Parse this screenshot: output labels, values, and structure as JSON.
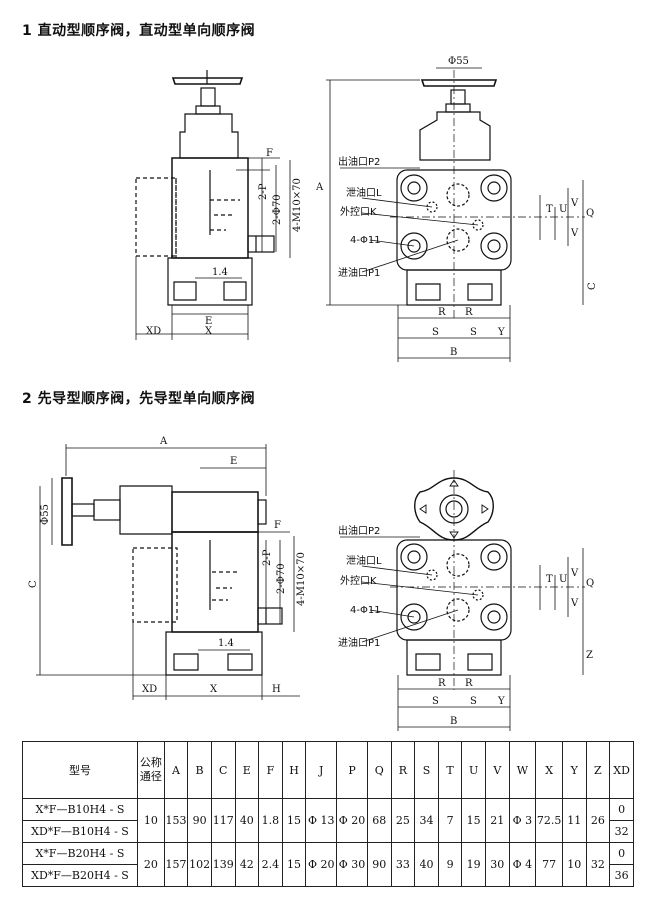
{
  "section1": {
    "title": "1  直动型顺序阀，直动型单向顺序阀"
  },
  "section2": {
    "title": "2  先导型顺序阀，先导型单向顺序阀"
  },
  "labels1": {
    "F": "F",
    "P2": "2-P",
    "phi70": "2-Φ70",
    "m10": "4-M10×70",
    "d14": "1.4",
    "E": "E",
    "X": "X",
    "XD": "XD",
    "phi55": "Φ55",
    "A": "A",
    "C": "C",
    "out": "出油口P2",
    "drain": "泄油口L",
    "ctrl": "外控口K",
    "holes": "4-Φ11",
    "in": "进油口P1",
    "T": "T",
    "U": "U",
    "V": "V",
    "Q": "Q",
    "R": "R",
    "S": "S",
    "Y": "Y",
    "B": "B"
  },
  "labels2": {
    "A": "A",
    "E": "E",
    "phi55": "Φ55",
    "C": "C",
    "F": "F",
    "P2": "2-P",
    "phi70": "2-Φ70",
    "m10": "4-M10×70",
    "d14": "1.4",
    "XD": "XD",
    "X": "X",
    "H": "H",
    "out": "出油口P2",
    "drain": "泄油口L",
    "ctrl": "外控口K",
    "holes": "4-Φ11",
    "in": "进油口P1",
    "T": "T",
    "U": "U",
    "V": "V",
    "Q": "Q",
    "Z": "Z",
    "R": "R",
    "S": "S",
    "Y": "Y",
    "B": "B"
  },
  "table": {
    "h_model": "型号",
    "h_dn1": "公称",
    "h_dn2": "通径",
    "cols": [
      "A",
      "B",
      "C",
      "E",
      "F",
      "H",
      "J",
      "P",
      "Q",
      "R",
      "S",
      "T",
      "U",
      "V",
      "W",
      "X",
      "Y",
      "Z",
      "XD"
    ],
    "rows": [
      {
        "m1": "X*F—B10H4 - S",
        "m2": "XD*F—B10H4 - S",
        "dn": "10",
        "vals": [
          "153",
          "90",
          "117",
          "40",
          "1.8",
          "15",
          "Φ 13",
          "Φ 20",
          "68",
          "25",
          "34",
          "7",
          "15",
          "21",
          "Φ 3",
          "72.5",
          "11",
          "26"
        ],
        "xd1": "0",
        "xd2": "32"
      },
      {
        "m1": "X*F—B20H4 - S",
        "m2": "XD*F—B20H4 - S",
        "dn": "20",
        "vals": [
          "157",
          "102",
          "139",
          "42",
          "2.4",
          "15",
          "Φ 20",
          "Φ 30",
          "90",
          "33",
          "40",
          "9",
          "19",
          "30",
          "Φ 4",
          "77",
          "10",
          "32"
        ],
        "xd1": "0",
        "xd2": "36"
      }
    ]
  }
}
